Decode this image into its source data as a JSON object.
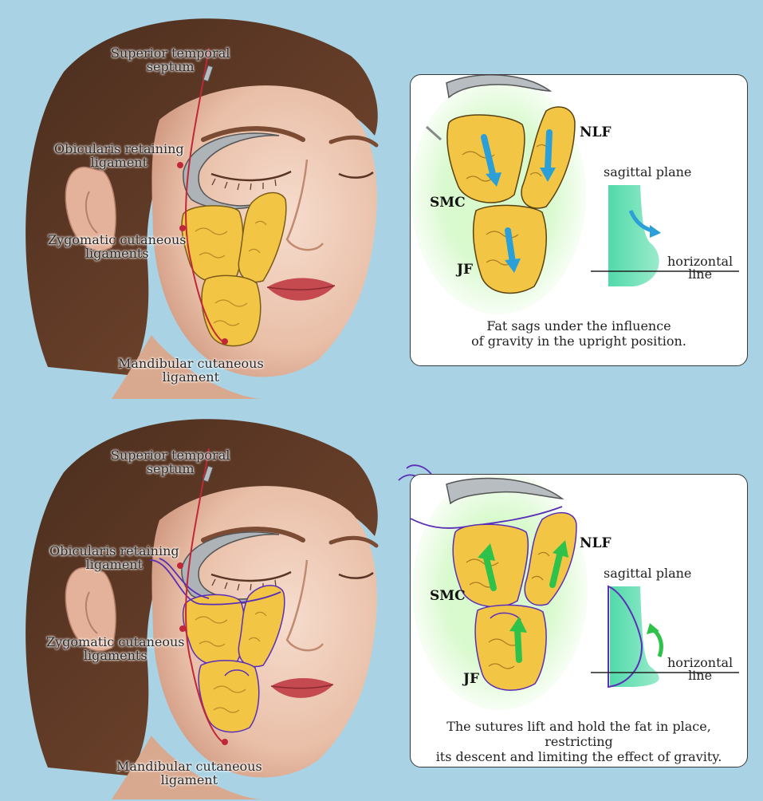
{
  "colors": {
    "background": "#a9d3e4",
    "ligament_line": "#c0283a",
    "fat": "#f3c545",
    "gravity_arrow": "#2a9fd8",
    "lift_arrow": "#2fc24a",
    "suture": "#5a2fb8",
    "sagittal_fill": "#3dd6a0"
  },
  "top": {
    "labels": {
      "superior_temporal": [
        "Superior temporal",
        "septum"
      ],
      "orbicularis": [
        "Obicularis retaining",
        "ligament"
      ],
      "zygomatic": [
        "Zygomatic cutaneous",
        "ligaments"
      ],
      "mandibular": [
        "Mandibular cutaneous",
        "ligament"
      ]
    },
    "inset": {
      "nlf": "NLF",
      "smc": "SMC",
      "jf": "JF",
      "sagittal": "sagittal plane",
      "horizontal": [
        "horizontal",
        "line"
      ],
      "caption": [
        "Fat sags under the influence",
        "of gravity in the upright position."
      ]
    }
  },
  "bottom": {
    "labels": {
      "superior_temporal": [
        "Superior temporal",
        "septum"
      ],
      "orbicularis": [
        "Obicularis retaining",
        "ligament"
      ],
      "zygomatic": [
        "Zygomatic cutaneous",
        "ligaments"
      ],
      "mandibular": [
        "Mandibular cutaneous",
        "ligament"
      ]
    },
    "inset": {
      "nlf": "NLF",
      "smc": "SMC",
      "jf": "JF",
      "sagittal": "sagittal plane",
      "horizontal": [
        "horizontal",
        "line"
      ],
      "caption": [
        "The sutures lift and hold the fat in place, restricting",
        "its descent and limiting the effect of gravity."
      ]
    }
  }
}
